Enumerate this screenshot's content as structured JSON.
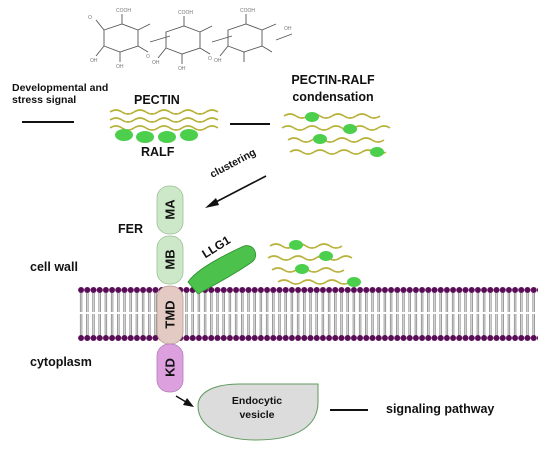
{
  "labels": {
    "developmental_signal": "Developmental and stress signal",
    "pectin": "PECTIN",
    "ralf": "RALF",
    "pectin_ralf_condensation": "PECTIN-RALF condensation",
    "clustering": "clustering",
    "fer": "FER",
    "cell_wall": "cell wall",
    "cytoplasm": "cytoplasm",
    "llg1": "LLG1",
    "domain_ma": "MA",
    "domain_mb": "MB",
    "domain_tmd": "TMD",
    "domain_kd": "KD",
    "endocytic_vesicle": "Endocytic vesicle",
    "signaling_pathway": "signaling pathway"
  },
  "colors": {
    "pectin_strand": "#b8b23a",
    "ralf_green": "#4ccf4c",
    "ma_mb_fill": "#cde8c8",
    "tmd_fill": "#e3cbc4",
    "kd_fill": "#dca0df",
    "llg1_fill": "#4cc24c",
    "lipid_head": "#5a0d57",
    "vesicle_fill": "#dcdcdc"
  }
}
